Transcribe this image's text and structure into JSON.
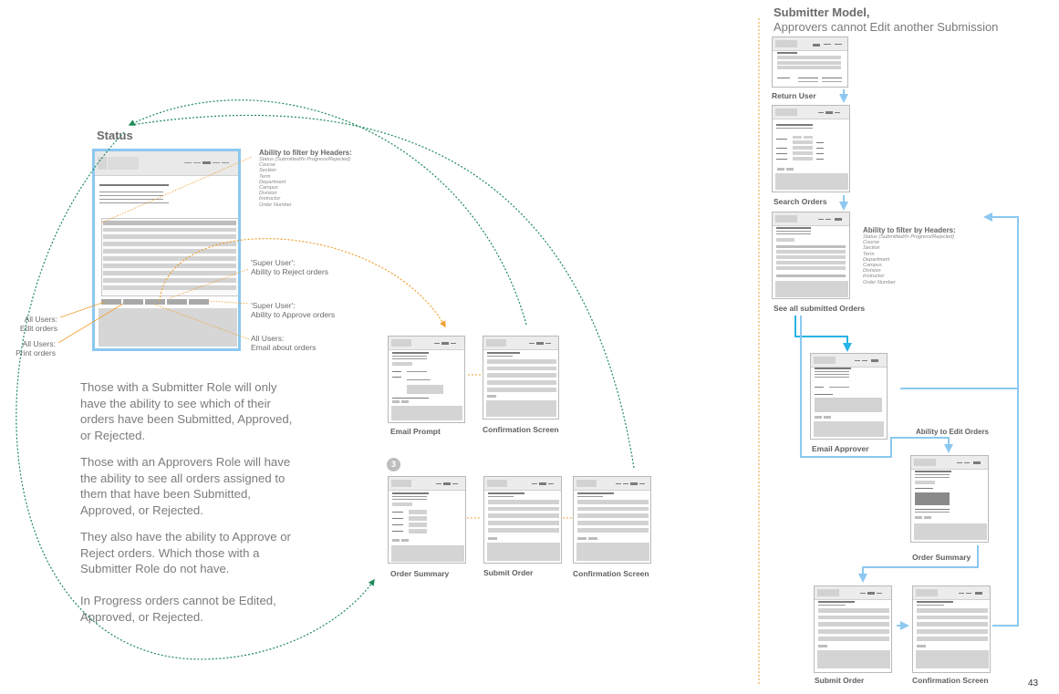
{
  "left": {
    "status_title": "Status",
    "filter_header": "Ability to filter by Headers:",
    "filter_items": [
      "Status (Submitted/In Progress/Rejected)",
      "Course",
      "Section",
      "Term",
      "Department",
      "Campus",
      "Division",
      "Instructor",
      "Order Number"
    ],
    "super_user_reject": [
      "'Super User':",
      "Ability to Reject orders"
    ],
    "super_user_approve": [
      "'Super User':",
      "Ability to Approve orders"
    ],
    "all_users_email": [
      "All Users:",
      "Email about orders"
    ],
    "all_users_edit": [
      "All Users:",
      "Edit orders"
    ],
    "all_users_print": [
      "All Users:",
      "Print orders"
    ],
    "paragraphs": [
      "Those with a Submitter Role will only have the ability to see which of their orders have been Submitted, Approved, or Rejected.",
      "Those with an Approvers Role will have the ability to see all orders assigned to them that have been Submitted, Approved, or Rejected.",
      "They also have the ability to Approve or Reject orders. Which those with a Submitter Role do not have.",
      "In Progress orders cannot be Edited, Approved, or Rejected."
    ]
  },
  "middle": {
    "step_badge": "3",
    "captions": {
      "email_prompt": "Email Prompt",
      "confirmation_top": "Confirmation Screen",
      "order_summary": "Order Summary",
      "submit_order": "Submit Order",
      "confirmation_bottom": "Confirmation Screen"
    }
  },
  "right": {
    "title": "Submitter Model,",
    "subtitle": "Approvers cannot Edit another Submission",
    "filter_header": "Ability to filter by Headers:",
    "filter_items": [
      "Status (Submitted/In Progress/Rejected)",
      "Course",
      "Section",
      "Term",
      "Department",
      "Campus",
      "Division",
      "Instructor",
      "Order Number"
    ],
    "ability_edit": "Ability to Edit Orders",
    "captions": {
      "return_user": "Return User",
      "search_orders": "Search Orders",
      "see_all": "See all submitted Orders",
      "email_approver": "Email Approver",
      "order_summary": "Order Summary",
      "submit_order": "Submit Order",
      "confirmation": "Confirmation Screen"
    }
  },
  "page_number": "43",
  "colors": {
    "orange": "#f0a030",
    "green": "#1f8a5a",
    "blue": "#8cc8f0",
    "cyan": "#28b4e6"
  }
}
